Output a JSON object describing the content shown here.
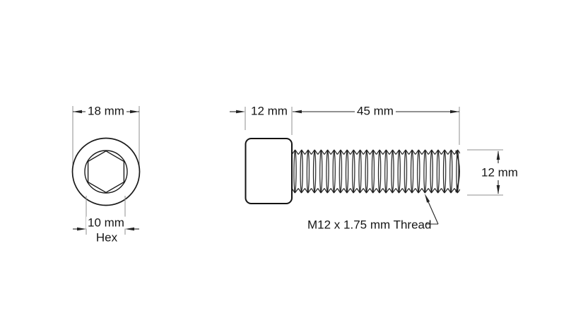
{
  "drawing_type": "socket-head-cap-screw-technical-drawing",
  "colors": {
    "background": "#ffffff",
    "object_line": "#1a1a1a",
    "dimension_line": "#232323",
    "extension_line": "#8f8f8f",
    "text": "#161616"
  },
  "end_view": {
    "head_diameter_label": "18 mm",
    "socket_size_label": "10 mm",
    "socket_type_label": "Hex"
  },
  "side_view": {
    "head_length_label": "12 mm",
    "thread_length_label": "45 mm",
    "shaft_diameter_label": "12 mm",
    "thread_note_label": "M12 x 1.75 mm Thread"
  }
}
